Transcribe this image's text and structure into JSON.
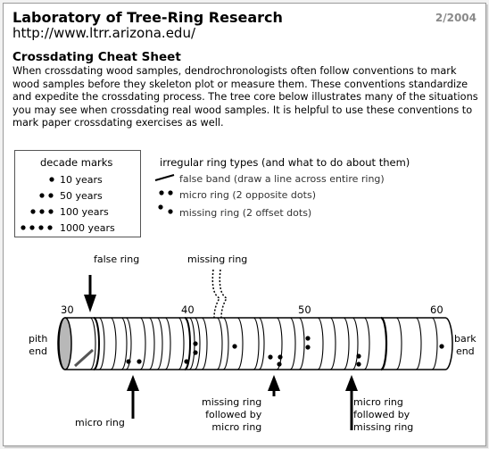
{
  "header": {
    "title": "Laboratory of Tree-Ring Research",
    "date": "2/2004",
    "url": "http://www.ltrr.arizona.edu/"
  },
  "sheet": {
    "title": "Crossdating Cheat Sheet",
    "intro": "When crossdating wood samples, dendrochronologists often follow conventions to mark wood samples before they skeleton plot or measure them. These conventions standardize and expedite the crossdating process. The tree core below illustrates many of the situations you may see when crossdating real wood samples. It is helpful to use these conventions to mark paper crossdating exercises as well."
  },
  "decade_marks": {
    "title": "decade marks",
    "items": [
      "10 years",
      "50 years",
      "100 years",
      "1000 years"
    ]
  },
  "irregular": {
    "title": "irregular ring types (and what to do about them)",
    "items": [
      "false band (draw a line across entire ring)",
      "micro ring (2 opposite dots)",
      "missing ring (2 offset dots)"
    ]
  },
  "core": {
    "year_labels": [
      "30",
      "40",
      "50",
      "60"
    ],
    "pith_label": [
      "pith",
      "end"
    ],
    "bark_label": [
      "bark",
      "end"
    ],
    "callouts": {
      "false_ring": "false ring",
      "missing_ring": "missing ring",
      "micro_ring": "micro ring",
      "missing_then_micro": [
        "missing ring",
        "followed by",
        "micro ring"
      ],
      "micro_then_missing": [
        "micro ring",
        "followed by",
        "missing ring"
      ]
    }
  },
  "colors": {
    "ink": "#000000",
    "date": "#8a8a8a",
    "frame_bg": "#f2f2f2",
    "pith": "#b8b8b8"
  }
}
